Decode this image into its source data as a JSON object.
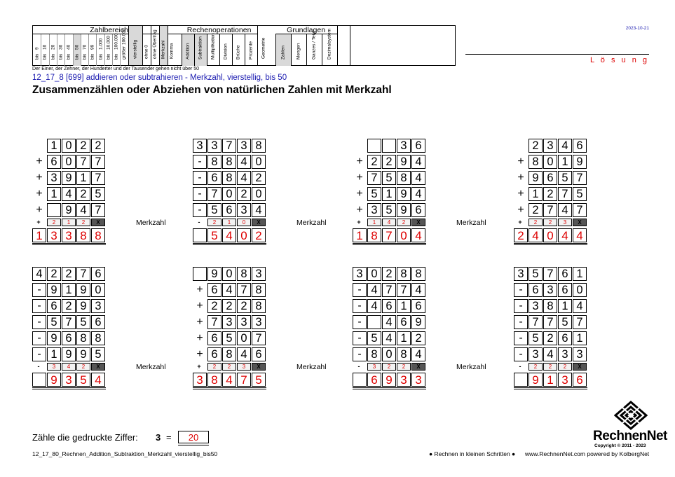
{
  "header": {
    "zahlbereich": {
      "title": "Zahlbereich",
      "cols": [
        {
          "top": "9",
          "bot": "bis"
        },
        {
          "top": "10",
          "bot": "bis"
        },
        {
          "top": "20",
          "bot": "bis"
        },
        {
          "top": "30",
          "bot": "bis"
        },
        {
          "top": "40",
          "bot": "bis"
        },
        {
          "top": "50",
          "bot": "bis"
        },
        {
          "top": "70",
          "bot": "bis"
        },
        {
          "top": "99",
          "bot": "bis"
        },
        {
          "top": "1.000",
          "bot": "bis"
        },
        {
          "top": "10.000",
          "bot": "bis"
        },
        {
          "top": "100.000",
          "bot": "bis"
        },
        {
          "top": "",
          "bot": "größer 100.000"
        }
      ]
    },
    "mid_cols": [
      "vierstellig",
      "ohne 0",
      "ohne Übertrag",
      "Merkzahl",
      "Komma"
    ],
    "rechenoperationen": {
      "title": "Rechenoperationen",
      "cols": [
        "Addition",
        "Subtraktion",
        "Multiplikation",
        "Division",
        "Brüche",
        "Prozente"
      ]
    },
    "geometrie": "Geometrie",
    "grundlagen": {
      "title": "Grundlagen",
      "cols": [
        "Zahlen",
        "Mengen",
        "Ganzes / Teile",
        "Dezimalsystem"
      ]
    },
    "note": "Der Einer, der Zehner, der Hunderter und der Tausender gehen nicht über 50",
    "date": "2023-10-21",
    "solution_label": "L ö s u n g"
  },
  "subtitle": "12_17_8   [699]   addieren oder subtrahieren - Merkzahl, vierstellig, bis 50",
  "title": "Zusammenzählen oder Abziehen von natürlichen Zahlen mit Merkzahl",
  "merkzahl_label": "Merkzahl",
  "problems": [
    {
      "rows": [
        [
          "",
          "1",
          "0",
          "2",
          "2"
        ],
        [
          "+",
          "6",
          "0",
          "7",
          "7"
        ],
        [
          "+",
          "3",
          "9",
          "1",
          "7"
        ],
        [
          "+",
          "1",
          "4",
          "2",
          "5"
        ],
        [
          "+",
          " ",
          "9",
          "4",
          "7"
        ]
      ],
      "carry_op": "+",
      "carry": [
        "2",
        "1",
        "2",
        "X"
      ],
      "result": [
        "1",
        "3",
        "3",
        "8",
        "8"
      ]
    },
    {
      "rows": [
        [
          "",
          "3",
          "3",
          "7",
          "3",
          "8"
        ],
        [
          "-",
          " ",
          "8",
          "8",
          "4",
          "0"
        ],
        [
          "-",
          " ",
          "6",
          "8",
          "4",
          "2"
        ],
        [
          "-",
          " ",
          "7",
          "0",
          "2",
          "0"
        ],
        [
          "-",
          " ",
          "5",
          "6",
          "3",
          "4"
        ]
      ],
      "carry_op": "-",
      "carry": [
        "2",
        "1",
        "0",
        "X"
      ],
      "result": [
        " ",
        "5",
        "4",
        "0",
        "2"
      ]
    },
    {
      "rows": [
        [
          "",
          " ",
          " ",
          "3",
          "6"
        ],
        [
          "+",
          "2",
          "2",
          "9",
          "4"
        ],
        [
          "+",
          "7",
          "5",
          "8",
          "4"
        ],
        [
          "+",
          "5",
          "1",
          "9",
          "4"
        ],
        [
          "+",
          "3",
          "5",
          "9",
          "6"
        ]
      ],
      "carry_op": "+",
      "carry": [
        "1",
        "4",
        "2",
        "X"
      ],
      "result": [
        "1",
        "8",
        "7",
        "0",
        "4"
      ]
    },
    {
      "rows": [
        [
          "",
          "2",
          "3",
          "4",
          "6"
        ],
        [
          "+",
          "8",
          "0",
          "1",
          "9"
        ],
        [
          "+",
          "9",
          "6",
          "5",
          "7"
        ],
        [
          "+",
          "1",
          "2",
          "7",
          "5"
        ],
        [
          "+",
          "2",
          "7",
          "4",
          "7"
        ]
      ],
      "carry_op": "+",
      "carry": [
        "2",
        "2",
        "3",
        "X"
      ],
      "result": [
        "2",
        "4",
        "0",
        "4",
        "4"
      ]
    },
    {
      "rows": [
        [
          "",
          "4",
          "2",
          "2",
          "7",
          "6"
        ],
        [
          "-",
          " ",
          "9",
          "1",
          "9",
          "0"
        ],
        [
          "-",
          " ",
          "6",
          "2",
          "9",
          "3"
        ],
        [
          "-",
          " ",
          "5",
          "7",
          "5",
          "6"
        ],
        [
          "-",
          " ",
          "9",
          "6",
          "8",
          "8"
        ],
        [
          "-",
          " ",
          "1",
          "9",
          "9",
          "5"
        ]
      ],
      "carry_op": "-",
      "carry": [
        "3",
        "4",
        "2",
        "X"
      ],
      "result": [
        " ",
        "9",
        "3",
        "5",
        "4"
      ]
    },
    {
      "rows": [
        [
          "",
          " ",
          "9",
          "0",
          "8",
          "3"
        ],
        [
          "+",
          "6",
          "4",
          "7",
          "8"
        ],
        [
          "+",
          "2",
          "2",
          "2",
          "8"
        ],
        [
          "+",
          "7",
          "3",
          "3",
          "3"
        ],
        [
          "+",
          "6",
          "5",
          "0",
          "7"
        ],
        [
          "+",
          "6",
          "8",
          "4",
          "6"
        ]
      ],
      "carry_op": "+",
      "carry": [
        "2",
        "2",
        "3",
        "X"
      ],
      "result": [
        "3",
        "8",
        "4",
        "7",
        "5"
      ]
    },
    {
      "rows": [
        [
          "",
          "3",
          "0",
          "2",
          "8",
          "8"
        ],
        [
          "-",
          " ",
          "4",
          "7",
          "7",
          "4"
        ],
        [
          "-",
          " ",
          "4",
          "6",
          "1",
          "6"
        ],
        [
          "-",
          " ",
          " ",
          "4",
          "6",
          "9"
        ],
        [
          "-",
          " ",
          "5",
          "4",
          "1",
          "2"
        ],
        [
          "-",
          " ",
          "8",
          "0",
          "8",
          "4"
        ]
      ],
      "carry_op": "-",
      "carry": [
        "3",
        "2",
        "2",
        "X"
      ],
      "result": [
        " ",
        "6",
        "9",
        "3",
        "3"
      ]
    },
    {
      "rows": [
        [
          "",
          "3",
          "5",
          "7",
          "6",
          "1"
        ],
        [
          "-",
          " ",
          "6",
          "3",
          "6",
          "0"
        ],
        [
          "-",
          " ",
          "3",
          "8",
          "1",
          "4"
        ],
        [
          "-",
          " ",
          "7",
          "7",
          "5",
          "7"
        ],
        [
          "-",
          " ",
          "5",
          "2",
          "6",
          "1"
        ],
        [
          "-",
          " ",
          "3",
          "4",
          "3",
          "3"
        ]
      ],
      "carry_op": "-",
      "carry": [
        "2",
        "2",
        "2",
        "X"
      ],
      "result": [
        " ",
        "9",
        "1",
        "3",
        "6"
      ]
    }
  ],
  "footer": {
    "count_label": "Zähle die gedruckte Ziffer:",
    "count_digit": "3",
    "count_eq": "=",
    "count_value": "20",
    "filename": "12_17_80_Rechnen_Addition_Subtraktion_Merkzahl_vierstellig_bis50",
    "slogan": "● Rechnen in kleinen Schritten ●",
    "website": "www.RechnenNet.com powered by KolbergNet",
    "brand": "RechnenNet",
    "copyright": "Copyright © 2011 - 2023"
  }
}
